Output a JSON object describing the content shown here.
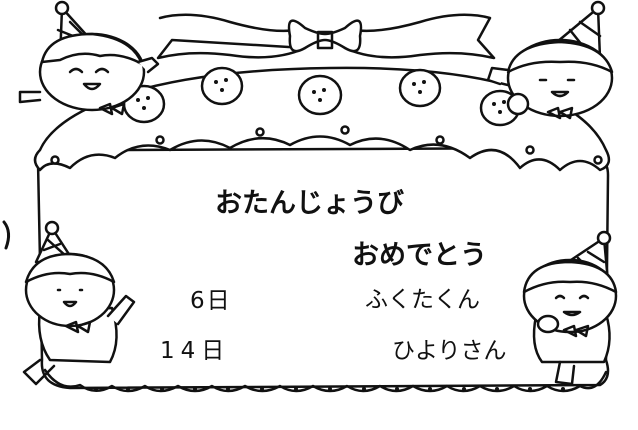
{
  "card": {
    "title_line1": "おたんじょうび",
    "title_line2": "おめでとう",
    "entries": [
      {
        "date": "6日",
        "name": "ふくたくん"
      },
      {
        "date": "14日",
        "name": "ひよりさん"
      }
    ]
  },
  "colors": {
    "ink": "#111111",
    "paper": "#ffffff"
  },
  "icons": [
    "birthday-cake",
    "party-hat",
    "bow-ribbon",
    "cherry",
    "child-figure"
  ]
}
